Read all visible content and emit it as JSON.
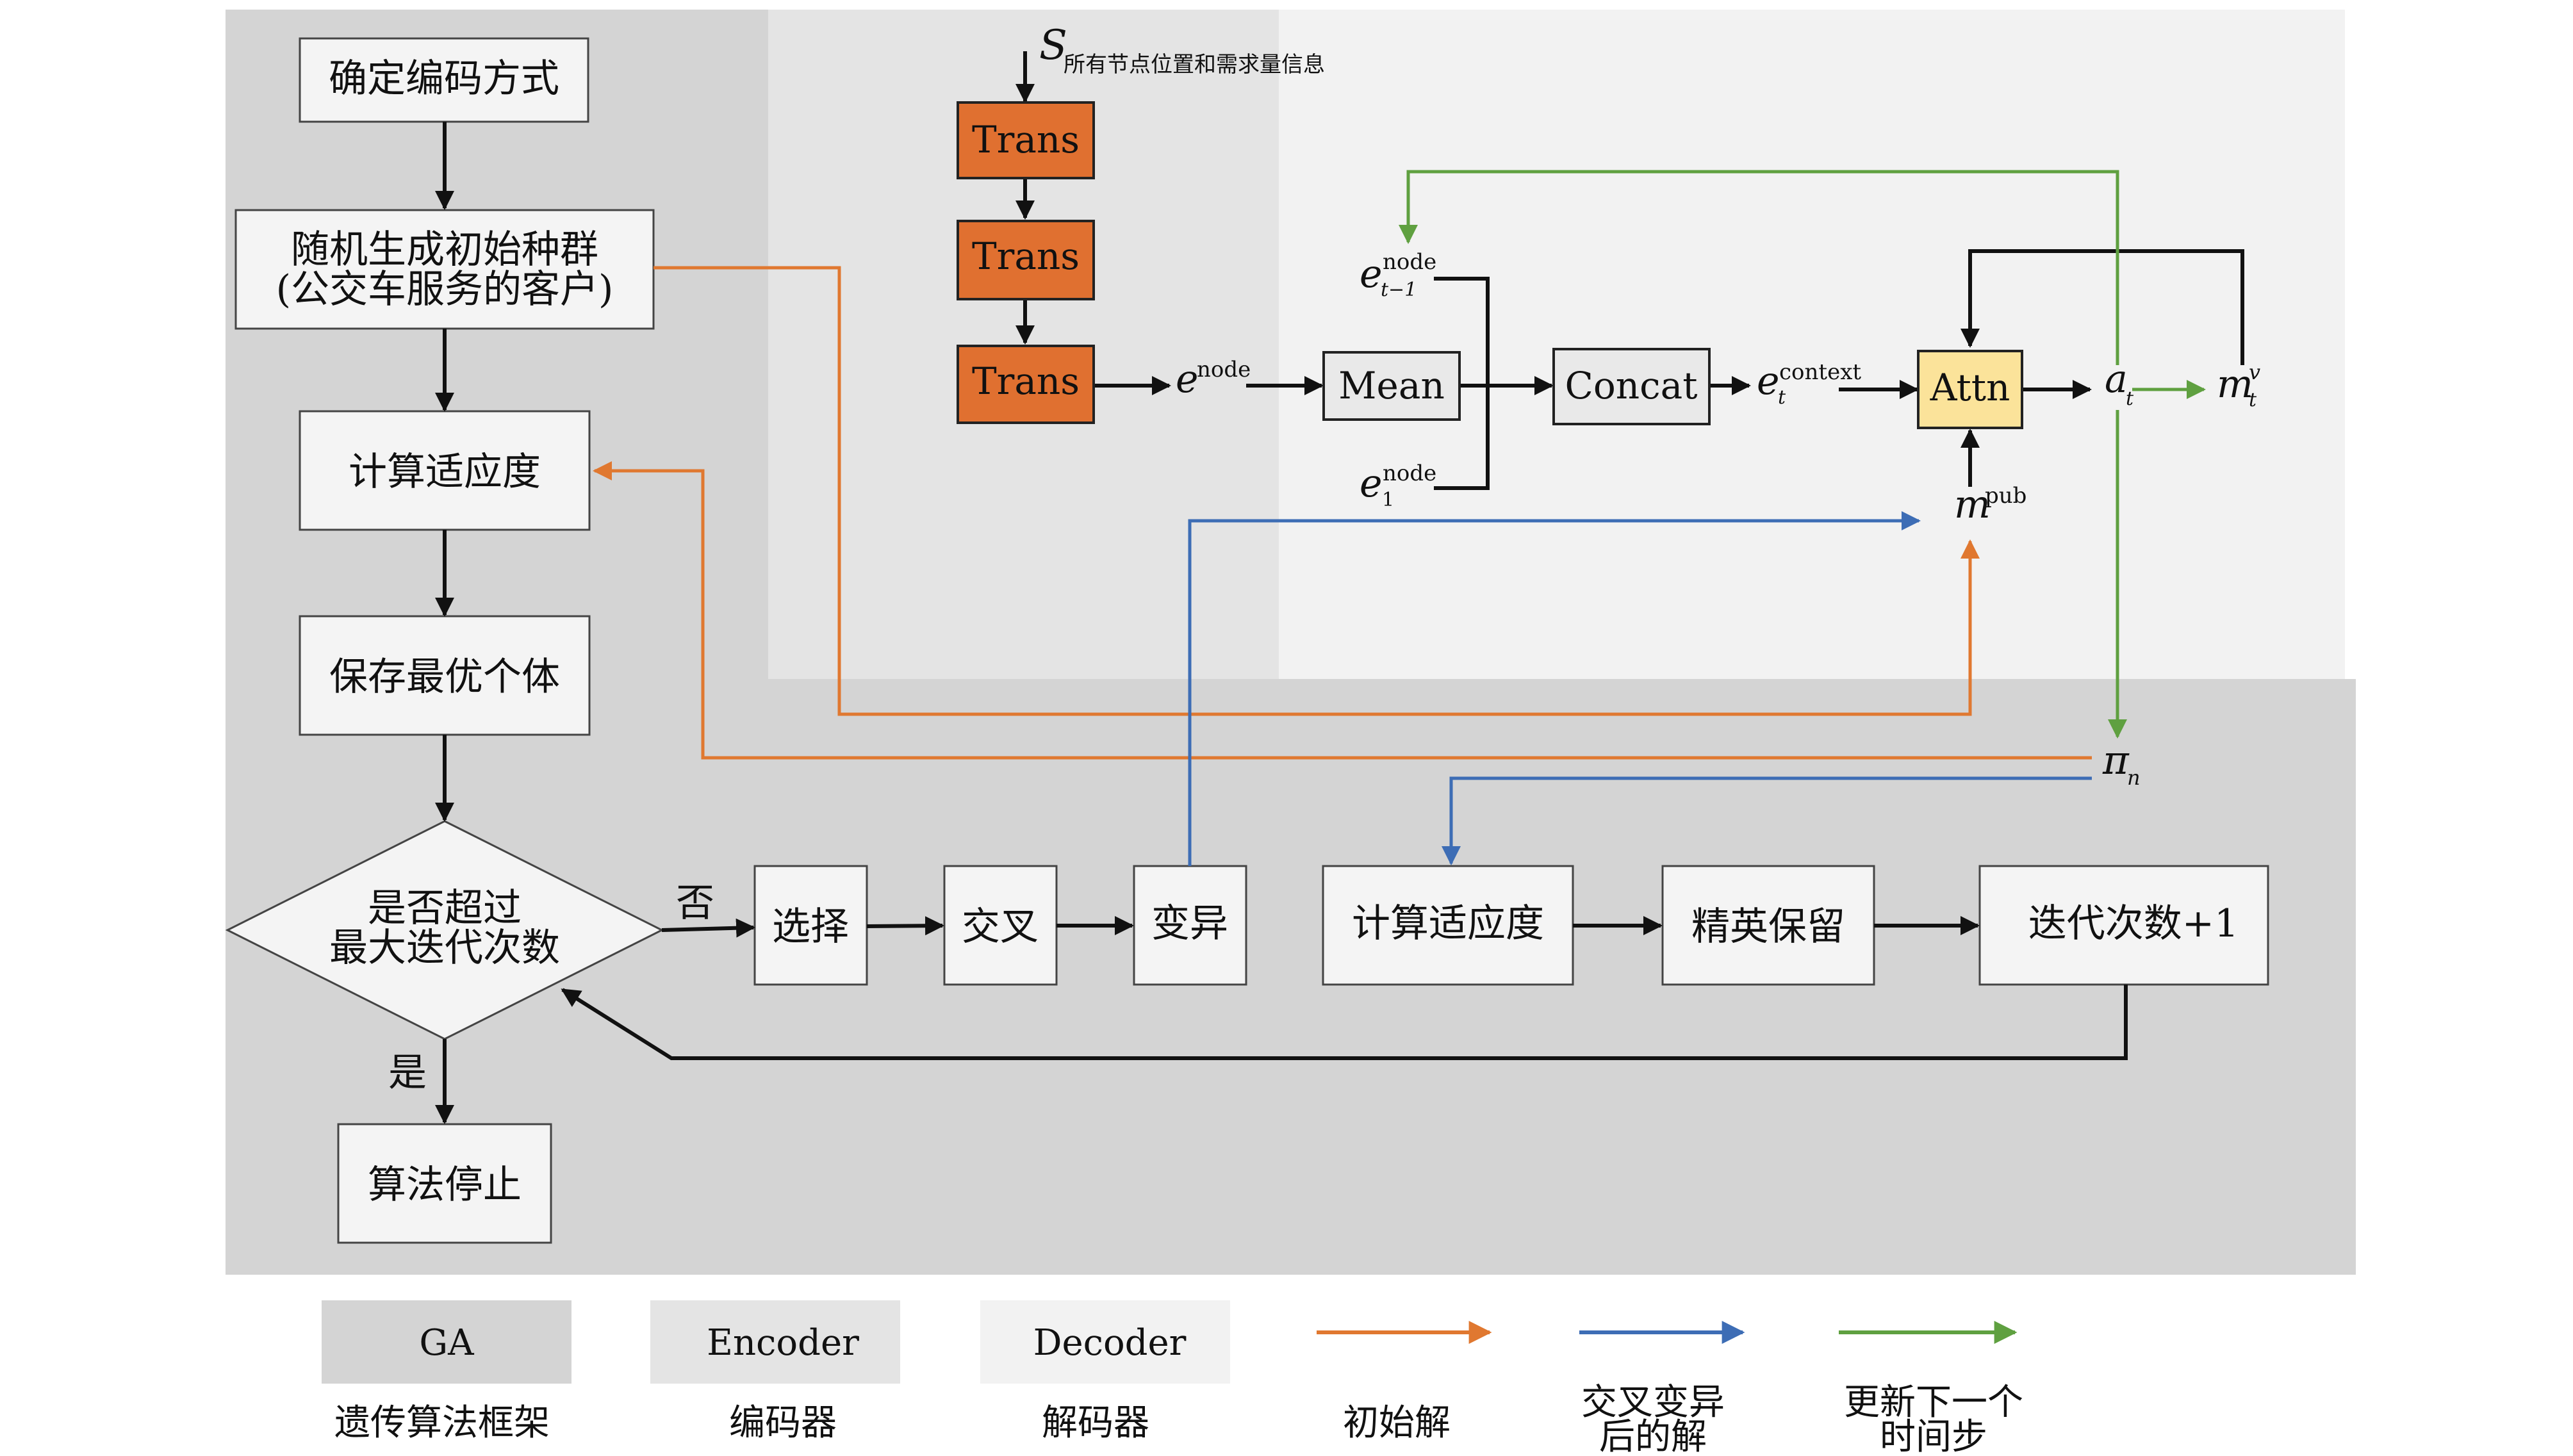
{
  "colors": {
    "ga_region": "#d4d4d4",
    "encoder_region": "#e4e4e4",
    "decoder_region": "#f2f2f2",
    "box_fill": "#f4f4f4",
    "trans_fill": "#e07030",
    "attn_fill": "#fbe39a",
    "mean_fill": "#e9e9e9",
    "orange_arrow": "#e07830",
    "blue_arrow": "#3d6db5",
    "green_arrow": "#5fa040",
    "black": "#111111"
  },
  "ga": {
    "encode": "确定编码方式",
    "init_line1": "随机生成初始种群",
    "init_line2": "(公交车服务的客户)",
    "fitness": "计算适应度",
    "save_best": "保存最优个体",
    "decision_line1": "是否超过",
    "decision_line2": "最大迭代次数",
    "no_label": "否",
    "yes_label": "是",
    "select": "选择",
    "crossover": "交叉",
    "mutation": "变异",
    "fitness2": "计算适应度",
    "elite": "精英保留",
    "iter": "迭代次数+1",
    "stop": "算法停止"
  },
  "encoder": {
    "s_symbol": "S",
    "s_subscript": "所有节点位置和需求量信息",
    "trans_label": "Trans",
    "e_node_base": "e",
    "e_node_sup": "node"
  },
  "decoder": {
    "mean": "Mean",
    "concat": "Concat",
    "attn": "Attn",
    "e_t1_base": "e",
    "e_t1_sup": "node",
    "e_t1_sub": "t−1",
    "e_1_base": "e",
    "e_1_sup": "node",
    "e_1_sub": "1",
    "e_ctx_base": "e",
    "e_ctx_sup": "context",
    "e_ctx_sub": "t",
    "a_base": "a",
    "a_sub": "t",
    "m_v_base": "m",
    "m_v_sup": "v",
    "m_v_sub": "t",
    "m_pub_base": "m",
    "m_pub_sup": "pub",
    "pi_base": "π",
    "pi_sub": "n"
  },
  "legend": {
    "ga_box": "GA",
    "ga_caption": "遗传算法框架",
    "encoder_box": "Encoder",
    "encoder_caption": "编码器",
    "decoder_box": "Decoder",
    "decoder_caption": "解码器",
    "orange_caption": "初始解",
    "blue_caption_line1": "交叉变异",
    "blue_caption_line2": "后的解",
    "green_caption_line1": "更新下一个",
    "green_caption_line2": "时间步"
  }
}
